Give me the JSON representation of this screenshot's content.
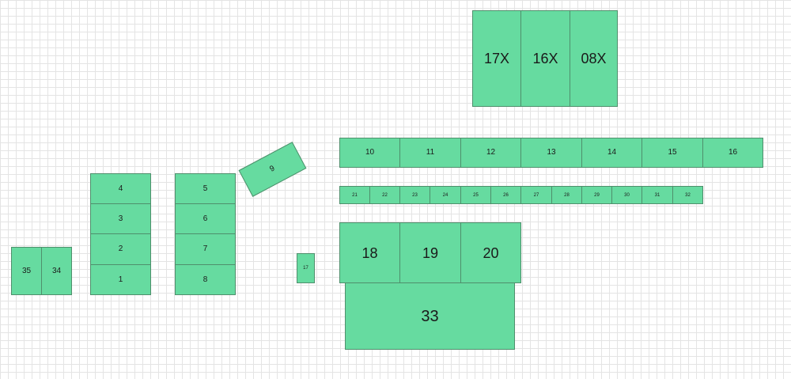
{
  "blocks": {
    "b17X": "17X",
    "b16X": "16X",
    "b08X": "08X",
    "b1": "1",
    "b2": "2",
    "b3": "3",
    "b4": "4",
    "b5": "5",
    "b6": "6",
    "b7": "7",
    "b8": "8",
    "b9": "9",
    "b10": "10",
    "b11": "11",
    "b12": "12",
    "b13": "13",
    "b14": "14",
    "b15": "15",
    "b16": "16",
    "b17": "17",
    "b18": "18",
    "b19": "19",
    "b20": "20",
    "b21": "21",
    "b22": "22",
    "b23": "23",
    "b24": "24",
    "b25": "25",
    "b26": "26",
    "b27": "27",
    "b28": "28",
    "b29": "29",
    "b30": "30",
    "b31": "31",
    "b32": "32",
    "b33": "33",
    "b34": "34",
    "b35": "35"
  },
  "colors": {
    "block_fill": "#66dba0",
    "block_border": "#4f8f6c",
    "grid_line": "#e4e4e4",
    "background": "#ffffff"
  }
}
